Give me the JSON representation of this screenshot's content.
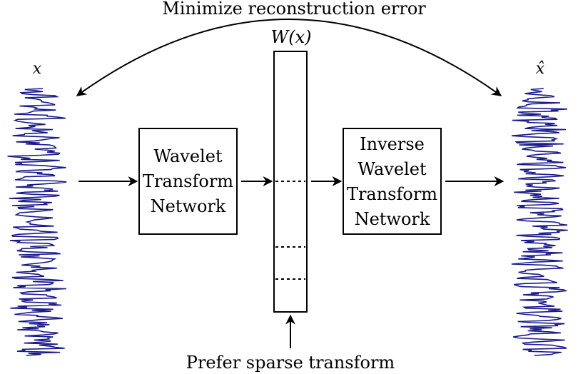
{
  "top_label": "Minimize reconstruction error",
  "bottom_label": "Prefer sparse transform",
  "input_signal": {
    "label": "x",
    "color": "#1a1a8c"
  },
  "output_signal": {
    "label": "x̂",
    "color": "#1a1a8c"
  },
  "coefficients": {
    "label": "W(x)"
  },
  "forward_block": {
    "lines": [
      "Wavelet",
      "Transform",
      "Network"
    ]
  },
  "inverse_block": {
    "lines": [
      "Inverse",
      "Wavelet",
      "Transform",
      "Network"
    ]
  }
}
